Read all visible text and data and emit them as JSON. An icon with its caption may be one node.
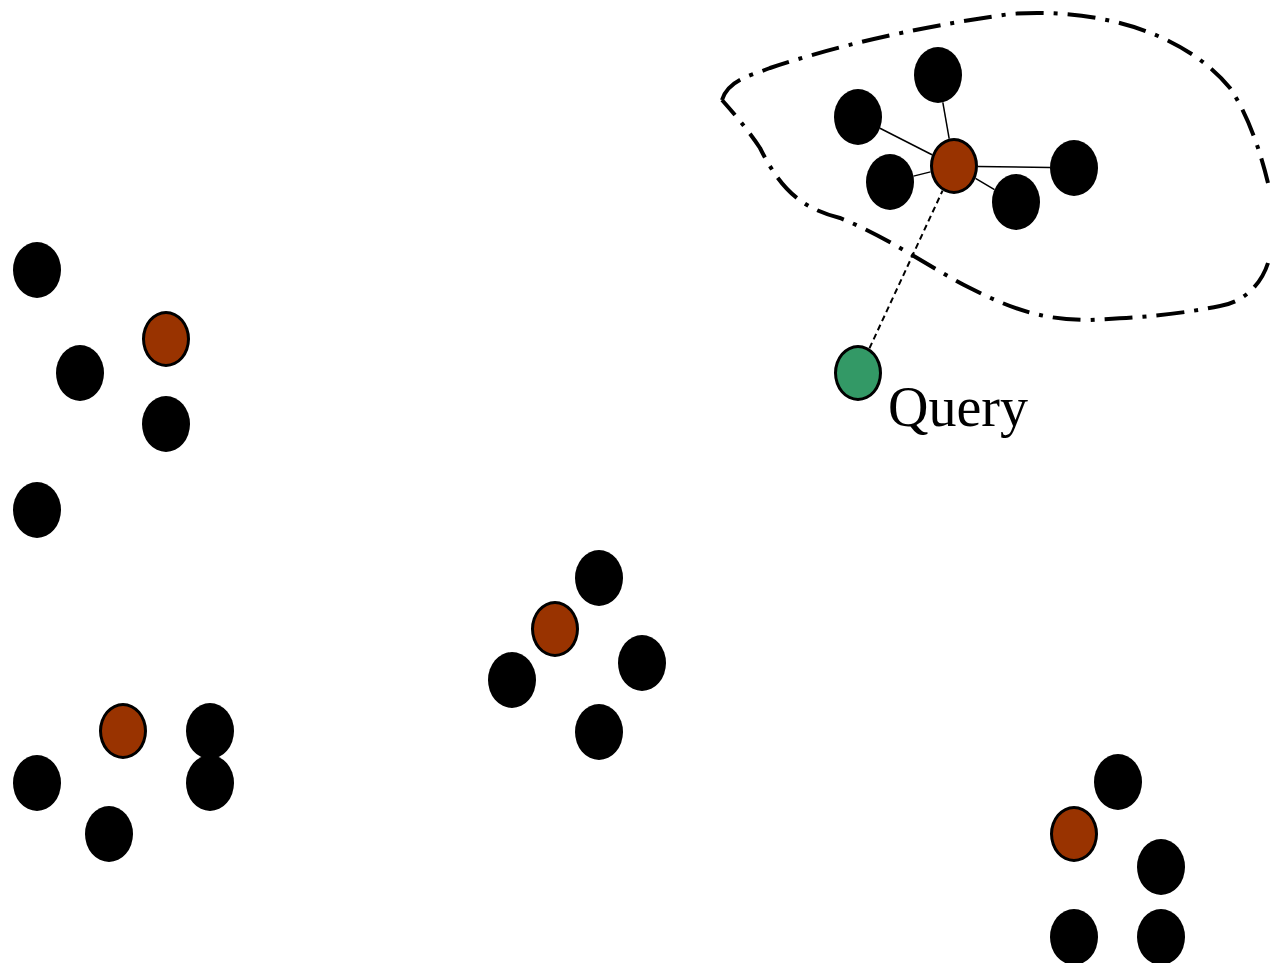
{
  "diagram": {
    "nodes": [
      {
        "text": [],
        "shape": "cloud"
      },
      {
        "text": [],
        "shape": "circle",
        "in": 0
      },
      {
        "text": [],
        "shape": "circle",
        "in": 0
      },
      {
        "text": [],
        "shape": "circle",
        "in": 0
      },
      {
        "text": [],
        "shape": "circle",
        "in": 0
      },
      {
        "text": [],
        "shape": "circle",
        "in": 0
      },
      {
        "text": [],
        "shape": "circle",
        "in": 0
      },
      {
        "text": [],
        "shape": "circle",
        "beside": [
          "Query"
        ]
      },
      {
        "text": [],
        "shape": "circle"
      },
      {
        "text": [],
        "shape": "circle"
      },
      {
        "text": [],
        "shape": "circle"
      },
      {
        "text": [],
        "shape": "circle"
      },
      {
        "text": [],
        "shape": "circle"
      },
      {
        "text": [],
        "shape": "circle"
      },
      {
        "text": [],
        "shape": "circle"
      },
      {
        "text": [],
        "shape": "circle"
      },
      {
        "text": [],
        "shape": "circle"
      },
      {
        "text": [],
        "shape": "circle"
      },
      {
        "text": [],
        "shape": "circle"
      },
      {
        "text": [],
        "shape": "circle"
      },
      {
        "text": [],
        "shape": "circle"
      },
      {
        "text": [],
        "shape": "circle"
      },
      {
        "text": [],
        "shape": "circle"
      },
      {
        "text": [],
        "shape": "circle"
      },
      {
        "text": [],
        "shape": "circle"
      },
      {
        "text": [],
        "shape": "circle"
      },
      {
        "text": [],
        "shape": "circle"
      },
      {
        "text": [],
        "shape": "circle"
      }
    ],
    "edges": [
      {
        "from": 4,
        "to": 1,
        "arrow": "none"
      },
      {
        "from": 4,
        "to": 2,
        "arrow": "none"
      },
      {
        "from": 4,
        "to": 3,
        "arrow": "none"
      },
      {
        "from": 4,
        "to": 5,
        "arrow": "none"
      },
      {
        "from": 4,
        "to": 6,
        "arrow": "none"
      },
      {
        "from": 7,
        "to": 4,
        "arrow": "none",
        "style": "dashed"
      }
    ]
  }
}
